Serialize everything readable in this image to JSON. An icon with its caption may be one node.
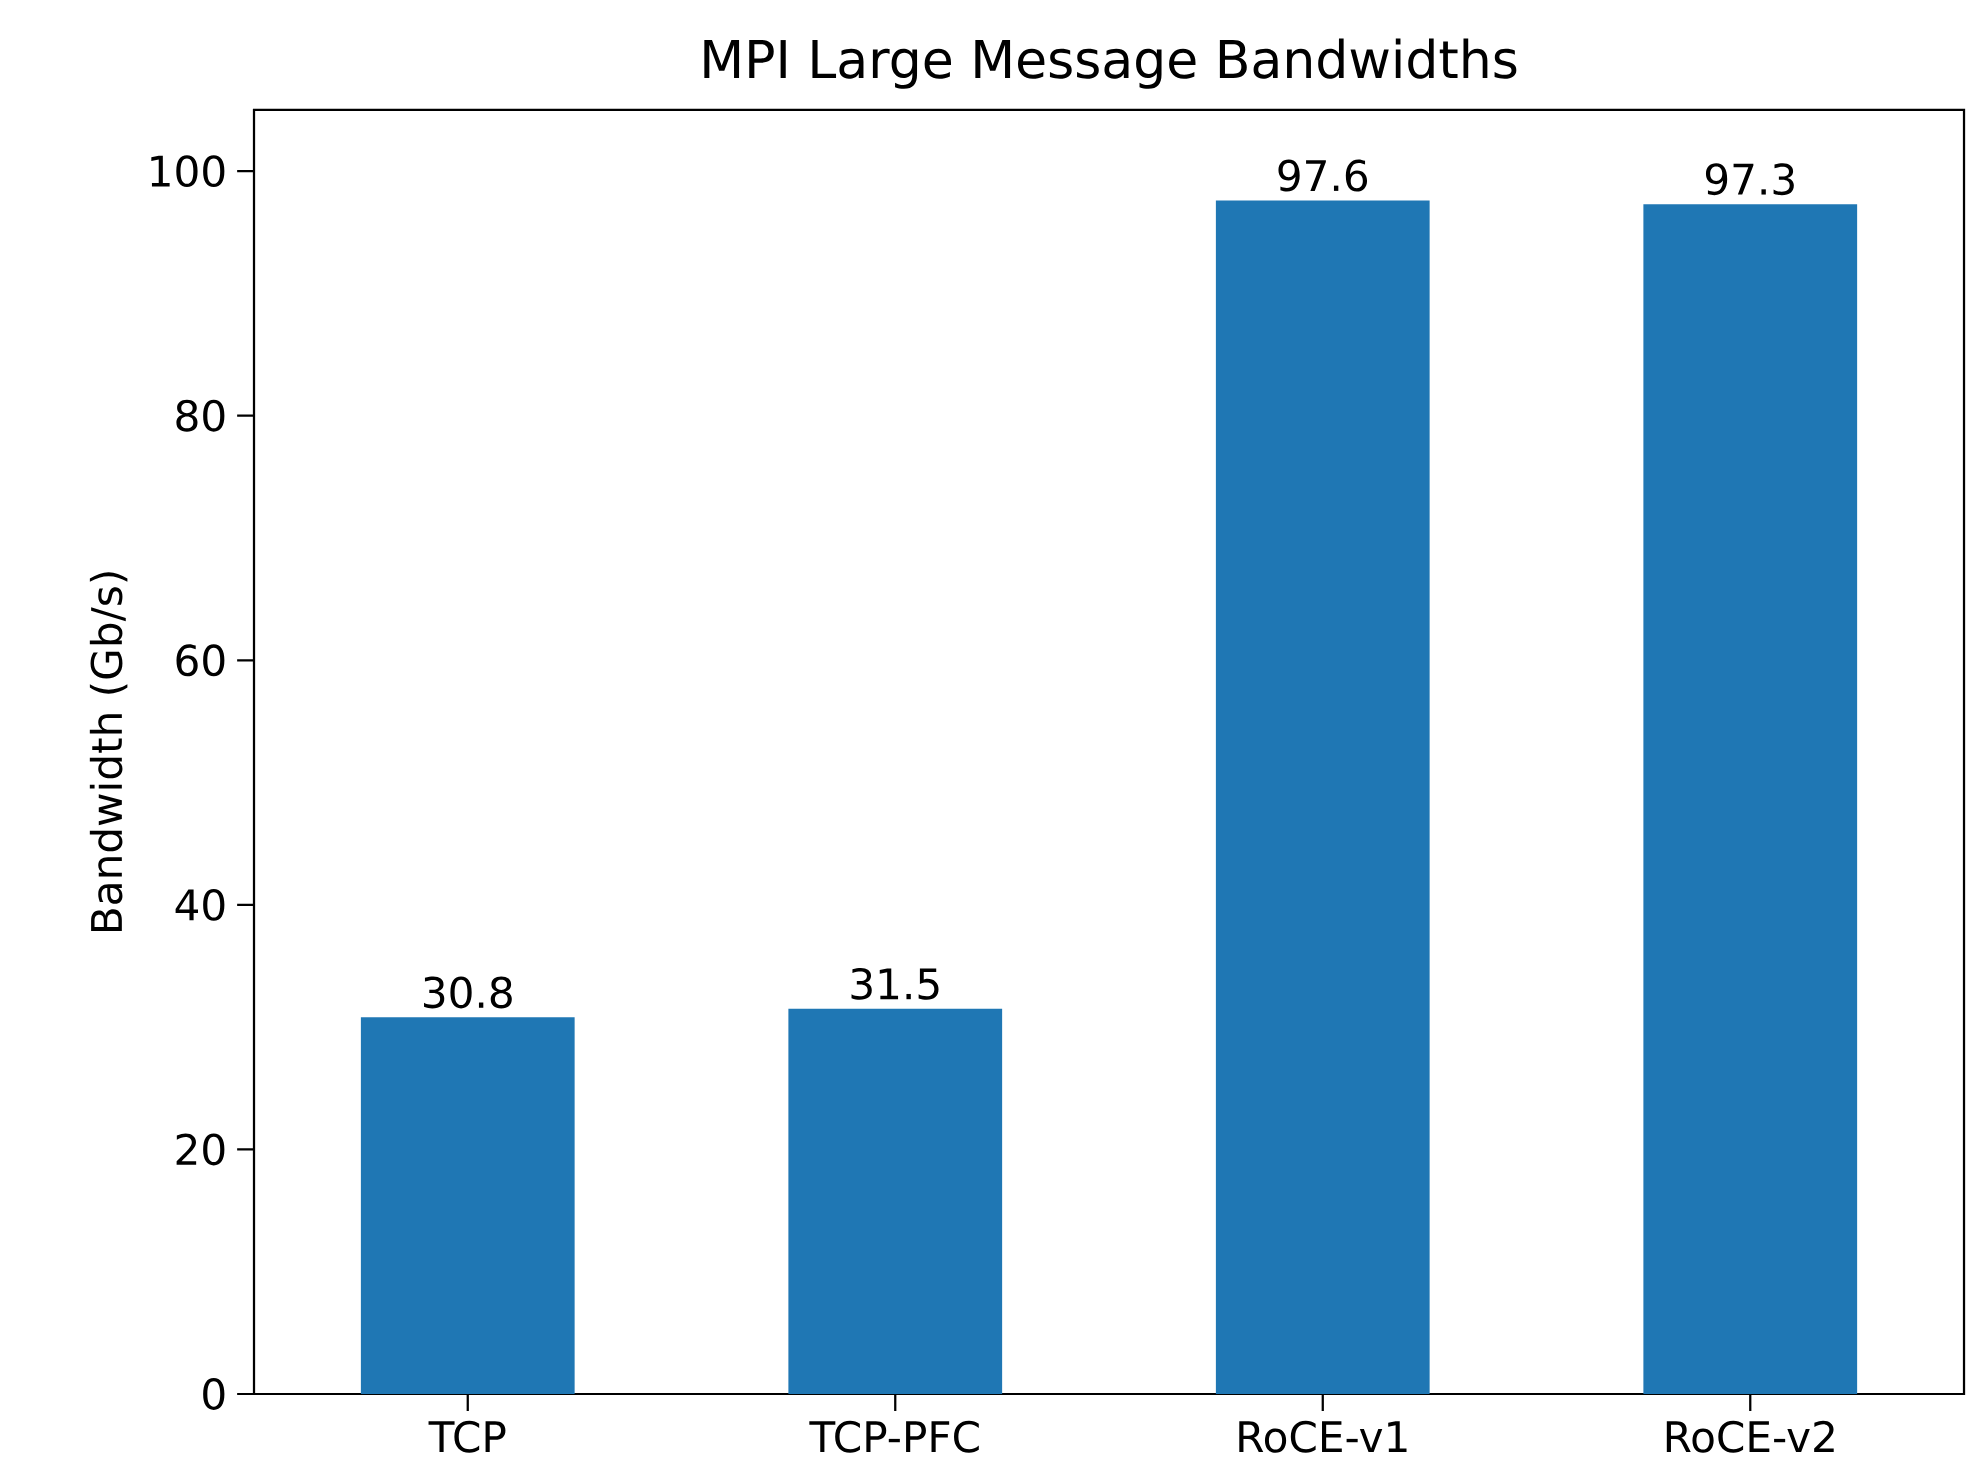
{
  "diagram": {
    "chart_data": {
      "type": "bar",
      "title": "MPI Large Message Bandwidths",
      "ylabel": "Bandwidth (Gb/s)",
      "categories": [
        "TCP",
        "TCP-PFC",
        "RoCE-v1",
        "RoCE-v2"
      ],
      "series": [
        {
          "color": "#1f77b4",
          "values": [
            30.8,
            31.5,
            97.6,
            97.3
          ]
        }
      ],
      "ylim": [
        0,
        105
      ],
      "yticks": [
        0,
        20,
        40,
        60,
        80,
        100
      ],
      "data_labels": true
    }
  }
}
